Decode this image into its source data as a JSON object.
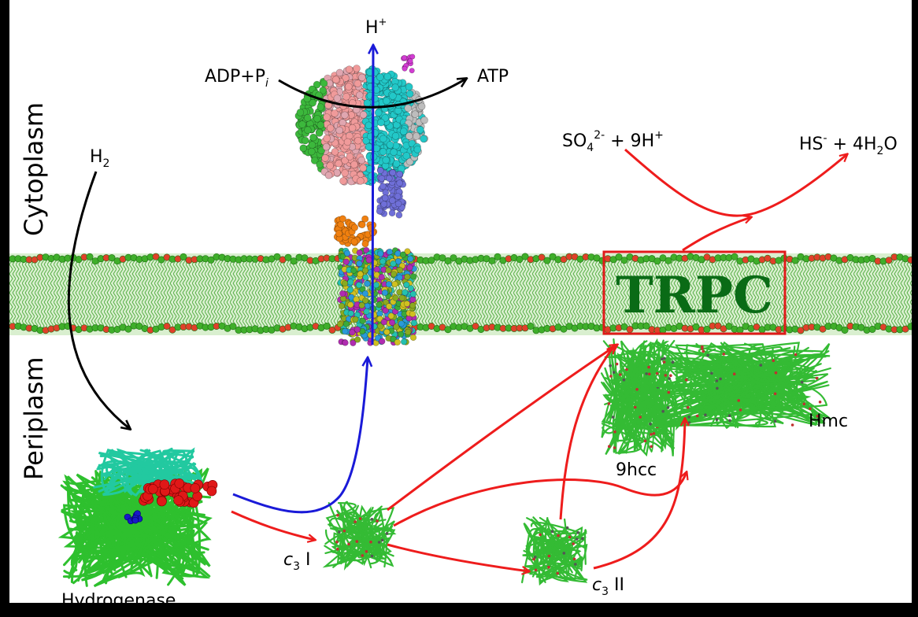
{
  "labels": {
    "cytoplasm": "Cytoplasm",
    "periplasm": "Periplasm",
    "h_plus": "H",
    "h_plus_sup": "+",
    "adp": "ADP+P",
    "adp_sub": "i",
    "atp": "ATP",
    "h2": "H",
    "h2_sub": "2",
    "sulfate_a": "SO",
    "sulfate_sub": "4",
    "sulfate_sup": "2-",
    "sulfate_b": " + 9H",
    "sulfate_sup2": "+",
    "product_a": "HS",
    "product_sup": "-",
    "product_b": " + 4H",
    "product_sub": "2",
    "product_c": "O",
    "trpc": "TRPC",
    "hmc": "Hmc",
    "nine_hcc": "9hcc",
    "c3_one_a": "c",
    "c3_one_sub": "3",
    "c3_one_b": " I",
    "c3_two_a": "c",
    "c3_two_sub": "3",
    "c3_two_b": " II",
    "hydrogenase": "Hydrogenase"
  },
  "colors": {
    "membrane_green": "#3fae2a",
    "lipid_head_red": "#e0402a",
    "trpc_box": "#e01a1a",
    "electron_arrow": "#ee1c1c",
    "proton_arrow": "#1a1ad8",
    "h2_arrow": "#000000",
    "protein_green": "#3cc43c"
  },
  "icons": {
    "atp_synthase": "atp-synthase-structure-icon",
    "hydrogenase": "hydrogenase-protein-icon",
    "c3_one": "cytochrome-c3-one-icon",
    "c3_two": "cytochrome-c3-two-icon",
    "nine_hcc": "nine-hcc-protein-icon",
    "hmc": "hmc-protein-icon"
  }
}
